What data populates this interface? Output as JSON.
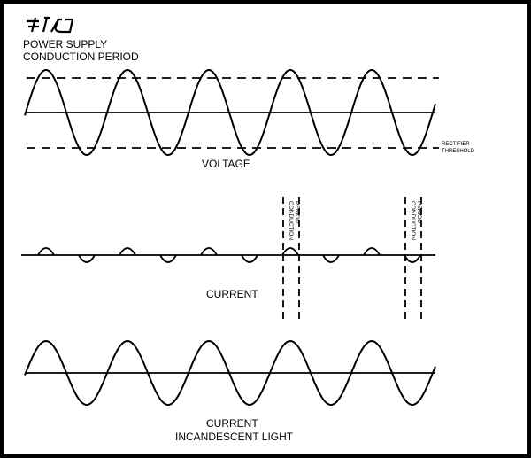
{
  "logo_text": "DT/CO",
  "title_line1": "POWER SUPPLY",
  "title_line2": "CONDUCTION PERIOD",
  "voltage_label": "VOLTAGE",
  "threshold_label_line1": "RECTIFIER",
  "threshold_label_line2": "THRESHOLD",
  "current_label": "CURRENT",
  "conduction_label_line1": "CONDUCTION",
  "conduction_label_line2": "PERIOD",
  "light_label_line1": "CURRENT",
  "light_label_line2": "INCANDESCENT LIGHT",
  "colors": {
    "ink": "#000000",
    "background": "#ffffff"
  }
}
